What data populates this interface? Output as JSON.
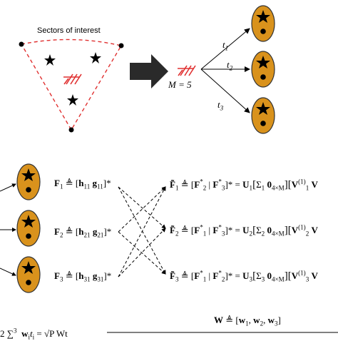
{
  "top": {
    "sectors_label": "Sectors of interest",
    "M_label": "M = 5",
    "t_labels": [
      "t",
      "t",
      "t"
    ],
    "t_subs": [
      "1",
      "2",
      "3"
    ]
  },
  "equations": {
    "left": [
      {
        "lhs": "F",
        "sub": "1",
        "rhs_h": "h",
        "rhs_hsub": "11",
        "rhs_g": "g",
        "rhs_gsub": "11"
      },
      {
        "lhs": "F",
        "sub": "2",
        "rhs_h": "h",
        "rhs_hsub": "21",
        "rhs_g": "g",
        "rhs_gsub": "21"
      },
      {
        "lhs": "F",
        "sub": "3",
        "rhs_h": "h",
        "rhs_hsub": "31",
        "rhs_g": "g",
        "rhs_gsub": "31"
      }
    ],
    "right": [
      {
        "lhs_sub": "1",
        "a": "2",
        "b": "3",
        "U": "1",
        "S": "1",
        "V": "1"
      },
      {
        "lhs_sub": "2",
        "a": "1",
        "b": "3",
        "U": "2",
        "S": "2",
        "V": "2"
      },
      {
        "lhs_sub": "3",
        "a": "1",
        "b": "2",
        "U": "3",
        "S": "3",
        "V": "3"
      }
    ],
    "zero_sub": "4×M",
    "defeq": "≜",
    "bottom_W": "W ≜ [w",
    "bottom_left": "2 ∑",
    "bottom_left_sup": "3",
    "bottom_mid": "w",
    "bottom_mid2": "t",
    "bottom_mid3": "= √P Wt"
  },
  "colors": {
    "node_fill": "#D9921C",
    "node_stroke": "#333333",
    "triangle": "#E03030"
  }
}
